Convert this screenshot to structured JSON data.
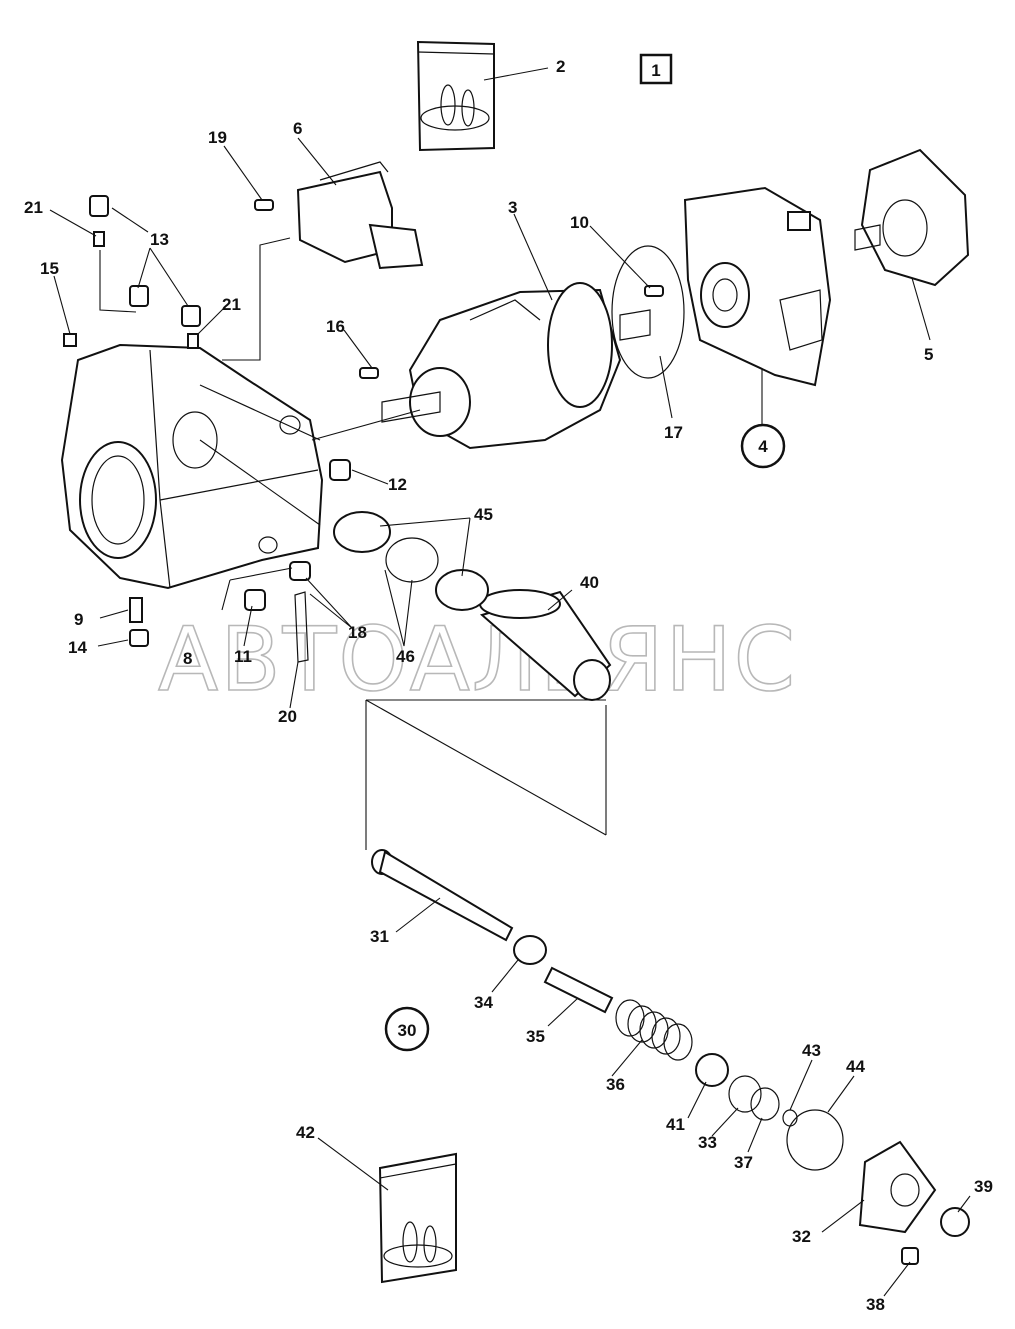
{
  "diagram": {
    "watermark": "АВТОАЛЬЯНС",
    "boxed_label": "1",
    "circled_labels": [
      "4",
      "30"
    ],
    "labels": {
      "l2": "2",
      "l3": "3",
      "l5": "5",
      "l6": "6",
      "l8": "8",
      "l9": "9",
      "l10": "10",
      "l11": "11",
      "l12": "12",
      "l13": "13",
      "l14": "14",
      "l15": "15",
      "l16": "16",
      "l17": "17",
      "l18": "18",
      "l19": "19",
      "l20": "20",
      "l21a": "21",
      "l21b": "21",
      "l31": "31",
      "l32": "32",
      "l33": "33",
      "l34": "34",
      "l35": "35",
      "l36": "36",
      "l37": "37",
      "l38": "38",
      "l39": "39",
      "l40": "40",
      "l41": "41",
      "l42": "42",
      "l43": "43",
      "l44": "44",
      "l45": "45",
      "l46": "46"
    }
  }
}
